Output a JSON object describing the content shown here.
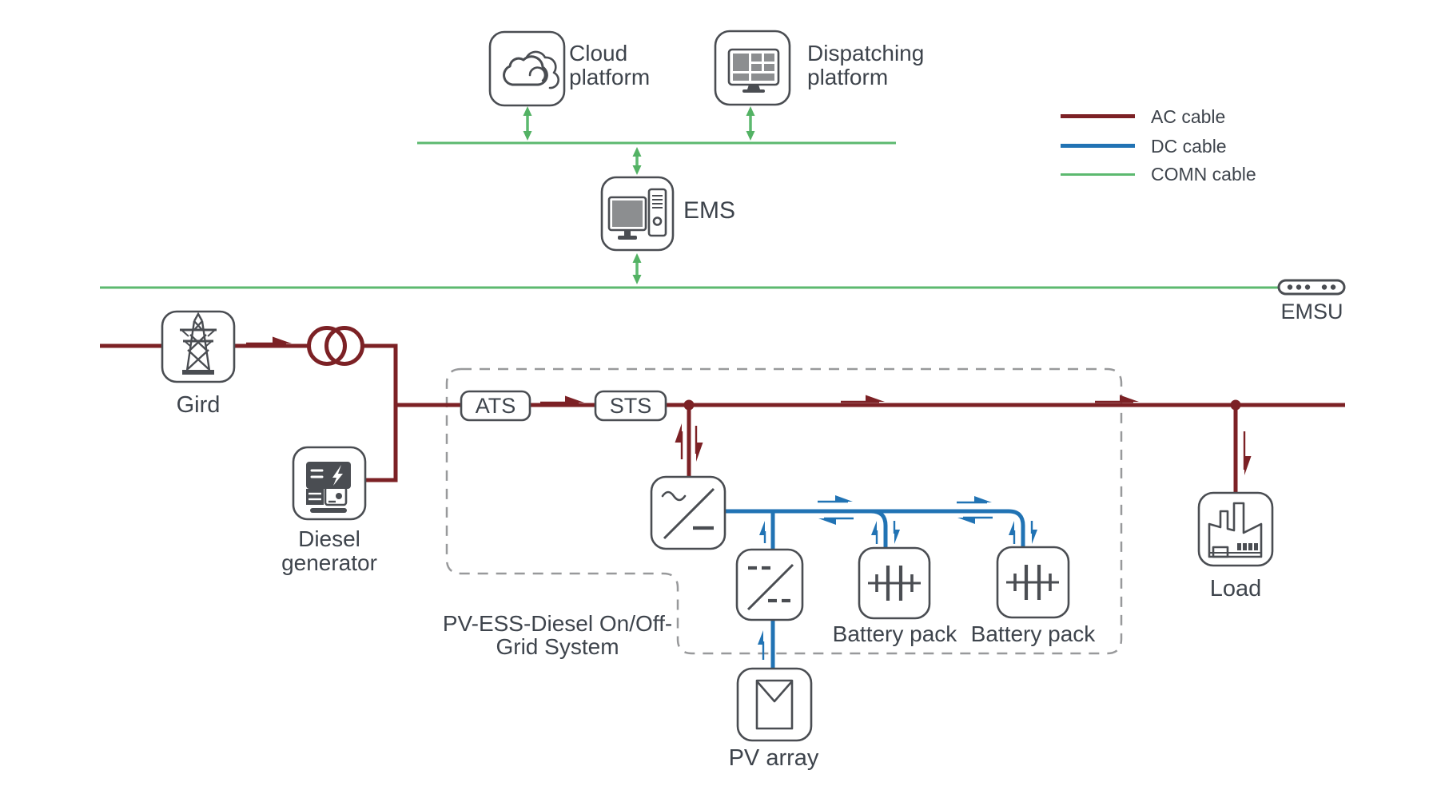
{
  "colors": {
    "ac_cable": "#7c2125",
    "dc_cable": "#2173b4",
    "comn_cable": "#5cb96f",
    "text": "#3e444c",
    "icon_stroke": "#4a4d52",
    "dashed_border": "#98999b"
  },
  "legend": {
    "items": [
      {
        "label": "AC cable",
        "color": "#7c2125",
        "thickness": 5
      },
      {
        "label": "DC cable",
        "color": "#2173b4",
        "thickness": 5
      },
      {
        "label": "COMN cable",
        "color": "#5cb96f",
        "thickness": 3
      }
    ]
  },
  "nodes": {
    "cloud_platform": {
      "label": "Cloud platform",
      "icon": "cloud-icon"
    },
    "dispatching_platform": {
      "label": "Dispatching platform",
      "icon": "dashboard-monitor-icon"
    },
    "ems": {
      "label": "EMS",
      "icon": "computer-icon"
    },
    "emsu": {
      "label": "EMSU",
      "icon": "terminal-strip-icon"
    },
    "grid": {
      "label": "Gird",
      "icon": "transmission-tower-icon"
    },
    "diesel_generator": {
      "label": "Diesel generator",
      "icon": "generator-icon"
    },
    "ats": {
      "label": "ATS"
    },
    "sts": {
      "label": "STS"
    },
    "inverter": {
      "icon": "ac-dc-inverter-icon"
    },
    "dc_dc_converter": {
      "icon": "dc-dc-converter-icon"
    },
    "battery_pack_1": {
      "label": "Battery pack",
      "icon": "battery-icon"
    },
    "battery_pack_2": {
      "label": "Battery pack",
      "icon": "battery-icon"
    },
    "pv_array": {
      "label": "PV array",
      "icon": "pv-panel-icon"
    },
    "load": {
      "label": "Load",
      "icon": "factory-icon"
    }
  },
  "system_group": {
    "label": "PV-ESS-Diesel On/Off-Grid System"
  }
}
